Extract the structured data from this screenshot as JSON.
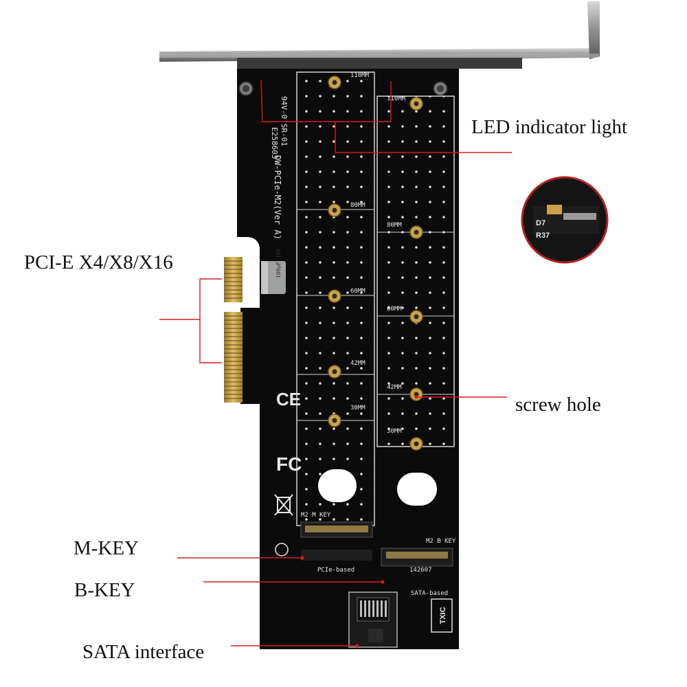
{
  "labels": {
    "led": "LED indicator light",
    "pcie": "PCI-E X4/X8/X16",
    "screw": "screw hole",
    "mkey": "M-KEY",
    "bkey": "B-KEY",
    "sata": "SATA interface"
  },
  "board": {
    "model": "DW-PCIe-M2(Ver A)",
    "revision": "94V-0 SR-01",
    "date_code": "E258603",
    "cap": "100µF 16V",
    "left_slot_sizes": [
      "110MM",
      "80MM",
      "60MM",
      "42MM",
      "30MM"
    ],
    "right_slot_sizes": [
      "110MM",
      "80MM",
      "60MM",
      "42MM",
      "30MM"
    ],
    "m_key_text": "M2 M KEY",
    "b_key_text": "M2 B KEY",
    "pcie_based": "PCIe-based",
    "sata_based": "SATA-based",
    "connector_code": "142607",
    "brand": "TXIC",
    "ce_mark": "CE",
    "fc_mark": "FC",
    "inset_d7": "D7",
    "inset_r37": "R37"
  },
  "colors": {
    "pcb": "#0b0b0b",
    "gold": "#c9a24a",
    "callout_line": "#d21e1e",
    "bracket": "#9a9a9a"
  }
}
